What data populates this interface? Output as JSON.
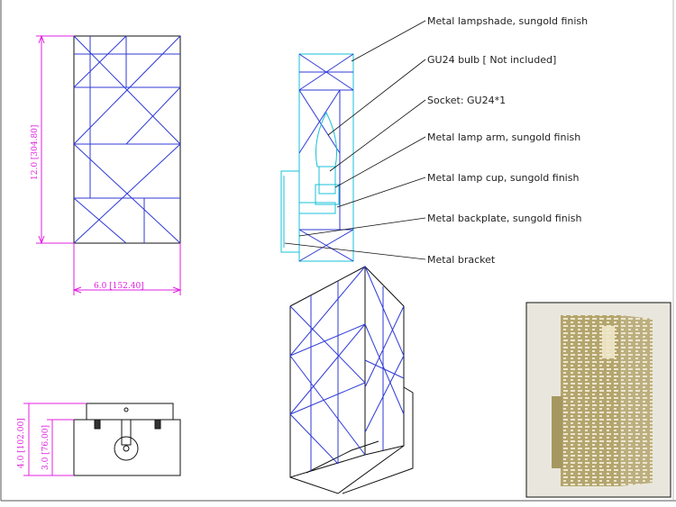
{
  "colors": {
    "line": "#2f3ad6",
    "dimension": "#e020e0",
    "section": "#17c0d8",
    "leader": "#111111",
    "photo_bg": "#e9e7dd",
    "photo_metal": "#b4a56e"
  },
  "dimensions": {
    "height": "12.0 [304.80]",
    "width": "6.0 [152.40]",
    "depth_total": "4.0 [102.00]",
    "depth_body": "3.0 [76.00]"
  },
  "callouts": [
    "Metal lampshade, sungold finish",
    "GU24  bulb [ Not included]",
    "Socket: GU24*1",
    "Metal lamp arm, sungold finish",
    "Metal lamp cup, sungold finish",
    "Metal backplate, sungold finish",
    "Metal bracket"
  ]
}
